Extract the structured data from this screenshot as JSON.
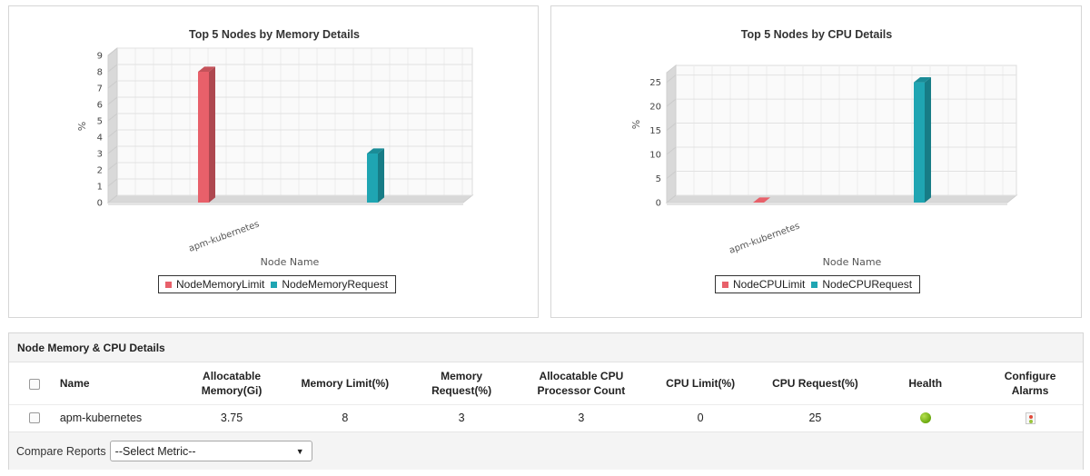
{
  "charts": [
    {
      "title": "Top 5 Nodes by Memory Details",
      "xlabel": "Node Name",
      "ylabel": "%",
      "legend": [
        "NodeMemoryLimit",
        "NodeMemoryRequest"
      ]
    },
    {
      "title": "Top 5 Nodes by CPU Details",
      "xlabel": "Node Name",
      "ylabel": "%",
      "legend": [
        "NodeCPULimit",
        "NodeCPURequest"
      ]
    }
  ],
  "chart_data": [
    {
      "type": "bar",
      "title": "Top 5 Nodes by Memory Details",
      "xlabel": "Node Name",
      "ylabel": "%",
      "categories": [
        "apm-kubernetes"
      ],
      "series": [
        {
          "name": "NodeMemoryLimit",
          "values": [
            8
          ],
          "color": "#e8606a"
        },
        {
          "name": "NodeMemoryRequest",
          "values": [
            3
          ],
          "color": "#1fa5b2"
        }
      ],
      "yticks": [
        0,
        1,
        2,
        3,
        4,
        5,
        6,
        7,
        8,
        9
      ],
      "ylim": [
        0,
        9
      ],
      "legend_position": "bottom-center",
      "grid": true,
      "style": "3d"
    },
    {
      "type": "bar",
      "title": "Top 5 Nodes by CPU Details",
      "xlabel": "Node Name",
      "ylabel": "%",
      "categories": [
        "apm-kubernetes"
      ],
      "series": [
        {
          "name": "NodeCPULimit",
          "values": [
            0
          ],
          "color": "#e8606a"
        },
        {
          "name": "NodeCPURequest",
          "values": [
            25
          ],
          "color": "#1fa5b2"
        }
      ],
      "yticks": [
        0,
        5,
        10,
        15,
        20,
        25
      ],
      "ylim": [
        0,
        27
      ],
      "legend_position": "bottom-center",
      "grid": true,
      "style": "3d"
    }
  ],
  "details": {
    "title": "Node Memory & CPU Details",
    "columns": [
      "Name",
      "Allocatable Memory(Gi)",
      "Memory Limit(%)",
      "Memory Request(%)",
      "Allocatable CPU Processor Count",
      "CPU Limit(%)",
      "CPU Request(%)",
      "Health",
      "Configure Alarms"
    ],
    "column_lines": [
      [
        "Name"
      ],
      [
        "Allocatable",
        "Memory(Gi)"
      ],
      [
        "Memory Limit(%)"
      ],
      [
        "Memory",
        "Request(%)"
      ],
      [
        "Allocatable CPU",
        "Processor Count"
      ],
      [
        "CPU Limit(%)"
      ],
      [
        "CPU Request(%)"
      ],
      [
        "Health"
      ],
      [
        "Configure",
        "Alarms"
      ]
    ],
    "rows": [
      {
        "name": "apm-kubernetes",
        "allocatable_memory": "3.75",
        "memory_limit": "8",
        "memory_request": "3",
        "cpu_count": "3",
        "cpu_limit": "0",
        "cpu_request": "25",
        "health": "healthy",
        "health_icon": "green-status-dot-icon",
        "alarm_icon": "traffic-light-alarm-icon"
      }
    ]
  },
  "compare": {
    "label": "Compare Reports",
    "selected": "--Select Metric--"
  },
  "colors": {
    "limit": "#e8606a",
    "request": "#1fa5b2",
    "health_ok": "#7ab51d"
  }
}
